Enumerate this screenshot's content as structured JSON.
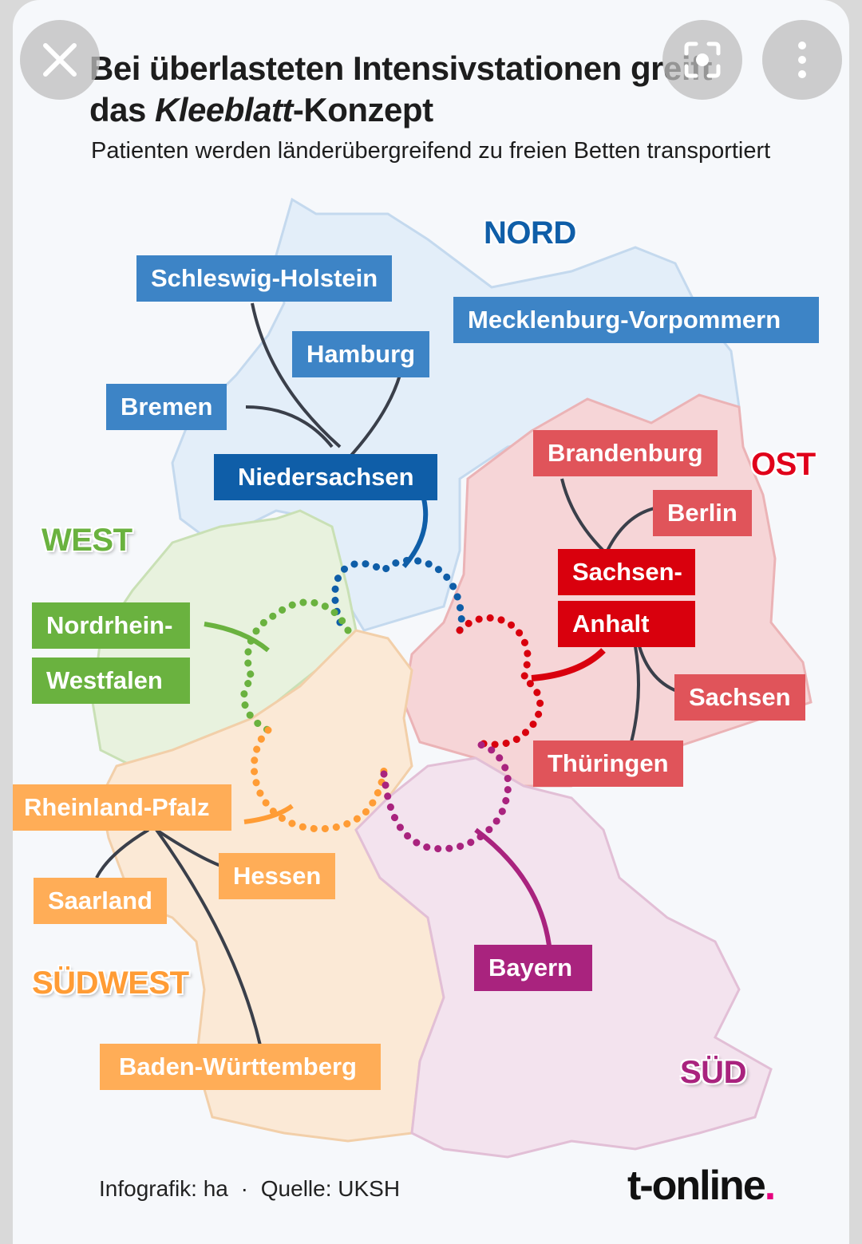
{
  "title": {
    "line1": "Bei überlasteten Intensivstationen greift",
    "line2_prefix": "das ",
    "line2_italic": "Kleeblatt",
    "line2_suffix": "-Konzept"
  },
  "subtitle": "Patienten werden länderübergreifend zu freien Betten transportiert",
  "regions": {
    "nord": "NORD",
    "ost": "OST",
    "west": "WEST",
    "suedwest": "SÜDWEST",
    "sued": "SÜD"
  },
  "states": {
    "schleswig_holstein": "Schleswig-Holstein",
    "mecklenburg_vorpommern": "Mecklenburg-Vorpommern",
    "hamburg": "Hamburg",
    "bremen": "Bremen",
    "niedersachsen": "Niedersachsen",
    "brandenburg": "Brandenburg",
    "berlin": "Berlin",
    "sachsen_anhalt_1": "Sachsen-",
    "sachsen_anhalt_2": "Anhalt",
    "sachsen": "Sachsen",
    "thueringen": "Thüringen",
    "nrw_1": "Nordrhein-",
    "nrw_2": "Westfalen",
    "rheinland_pfalz": "Rheinland-Pfalz",
    "hessen": "Hessen",
    "saarland": "Saarland",
    "baden_wuerttemberg": "Baden-Württemberg",
    "bayern": "Bayern"
  },
  "footer": {
    "credit": "Infografik: ha",
    "separator": "·",
    "source": "Quelle: UKSH"
  },
  "logo": {
    "text": "t-online",
    "dot": "."
  },
  "colors": {
    "nord": "#3d84c6",
    "ost": "#e0545a",
    "west": "#6ab23f",
    "suedwest": "#ffad57",
    "sued": "#a9237e"
  },
  "icons": {
    "close": "close-icon",
    "lens": "lens-icon",
    "more": "more-vert-icon"
  }
}
